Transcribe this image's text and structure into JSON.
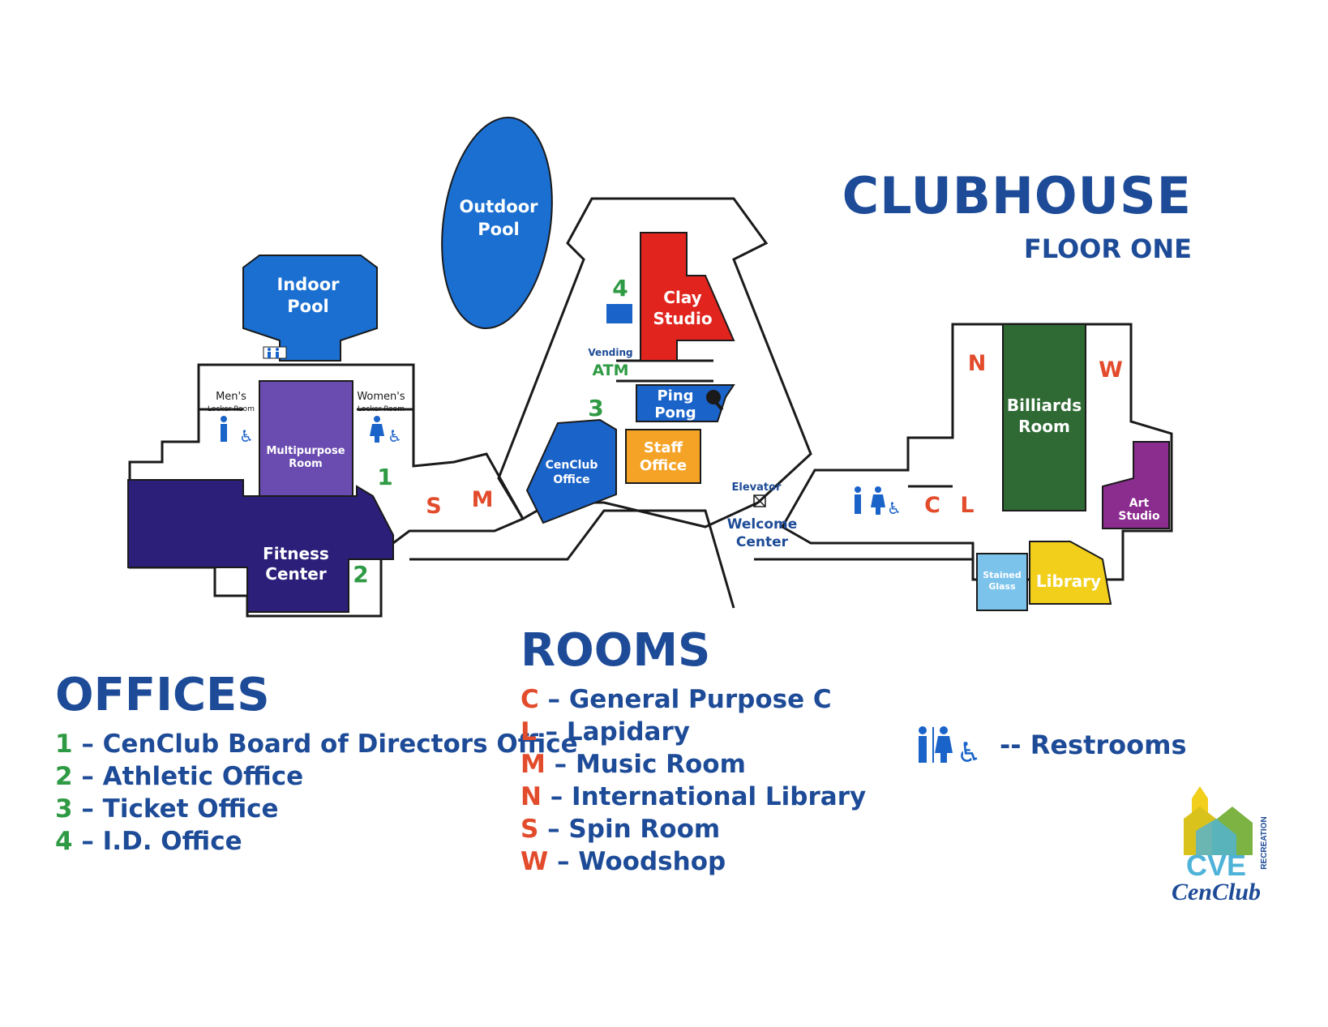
{
  "header": {
    "title": "CLUBHOUSE",
    "subtitle": "FLOOR ONE"
  },
  "map": {
    "outdoor_pool": [
      "Outdoor",
      "Pool"
    ],
    "indoor_pool": [
      "Indoor",
      "Pool"
    ],
    "clay_studio": [
      "Clay",
      "Studio"
    ],
    "ping_pong": [
      "Ping",
      "Pong"
    ],
    "staff_office": [
      "Staff",
      "Office"
    ],
    "cenclub_office": [
      "CenClub",
      "Office"
    ],
    "multipurpose_room": [
      "Multipurpose",
      "Room"
    ],
    "fitness_center": [
      "Fitness",
      "Center"
    ],
    "mens_locker": [
      "Men's",
      "Locker Room"
    ],
    "womens_locker": [
      "Women's",
      "Locker Room"
    ],
    "billiards_room": [
      "Billiards",
      "Room"
    ],
    "art_studio": [
      "Art",
      "Studio"
    ],
    "library": "Library",
    "stained_glass": [
      "Stained",
      "Glass"
    ],
    "welcome_center": [
      "Welcome",
      "Center"
    ],
    "elevator": "Elevator",
    "vending": "Vending",
    "atm": "ATM",
    "office_markers": {
      "one": "1",
      "two": "2",
      "three": "3",
      "four": "4"
    },
    "room_markers": {
      "s": "S",
      "m": "M",
      "c": "C",
      "l": "L",
      "n": "N",
      "w": "W"
    },
    "colors": {
      "outdoor_pool": "#1a6fd1",
      "indoor_pool": "#1a6fd1",
      "clay_studio": "#e1241e",
      "ping_pong": "#1a63c9",
      "staff_office": "#f5a327",
      "cenclub_office": "#1a63c9",
      "multipurpose_room": "#6a4cb0",
      "fitness_center": "#2b1f7a",
      "billiards_room": "#2f6a34",
      "art_studio": "#8b2c8f",
      "library": "#f1cf1b",
      "stained_glass": "#7cc3ec",
      "green_marker": "#2f9a44",
      "red_marker": "#e24b2b"
    }
  },
  "offices": {
    "heading": "OFFICES",
    "items": [
      {
        "key": "1",
        "label": "CenClub Board of Directors Office"
      },
      {
        "key": "2",
        "label": "Athletic Office"
      },
      {
        "key": "3",
        "label": "Ticket Office"
      },
      {
        "key": "4",
        "label": "I.D. Office"
      }
    ]
  },
  "rooms": {
    "heading": "ROOMS",
    "items": [
      {
        "key": "C",
        "label": "General Purpose C"
      },
      {
        "key": "L",
        "label": "Lapidary"
      },
      {
        "key": "M",
        "label": "Music Room"
      },
      {
        "key": "N",
        "label": "International Library"
      },
      {
        "key": "S",
        "label": "Spin Room"
      },
      {
        "key": "W",
        "label": "Woodshop"
      }
    ]
  },
  "restrooms": {
    "label": "-- Restrooms",
    "icons": [
      "man-icon",
      "woman-icon",
      "wheelchair-icon"
    ]
  },
  "logo": {
    "main": "CVE",
    "side": "RECREATION",
    "script": "CenClub"
  }
}
